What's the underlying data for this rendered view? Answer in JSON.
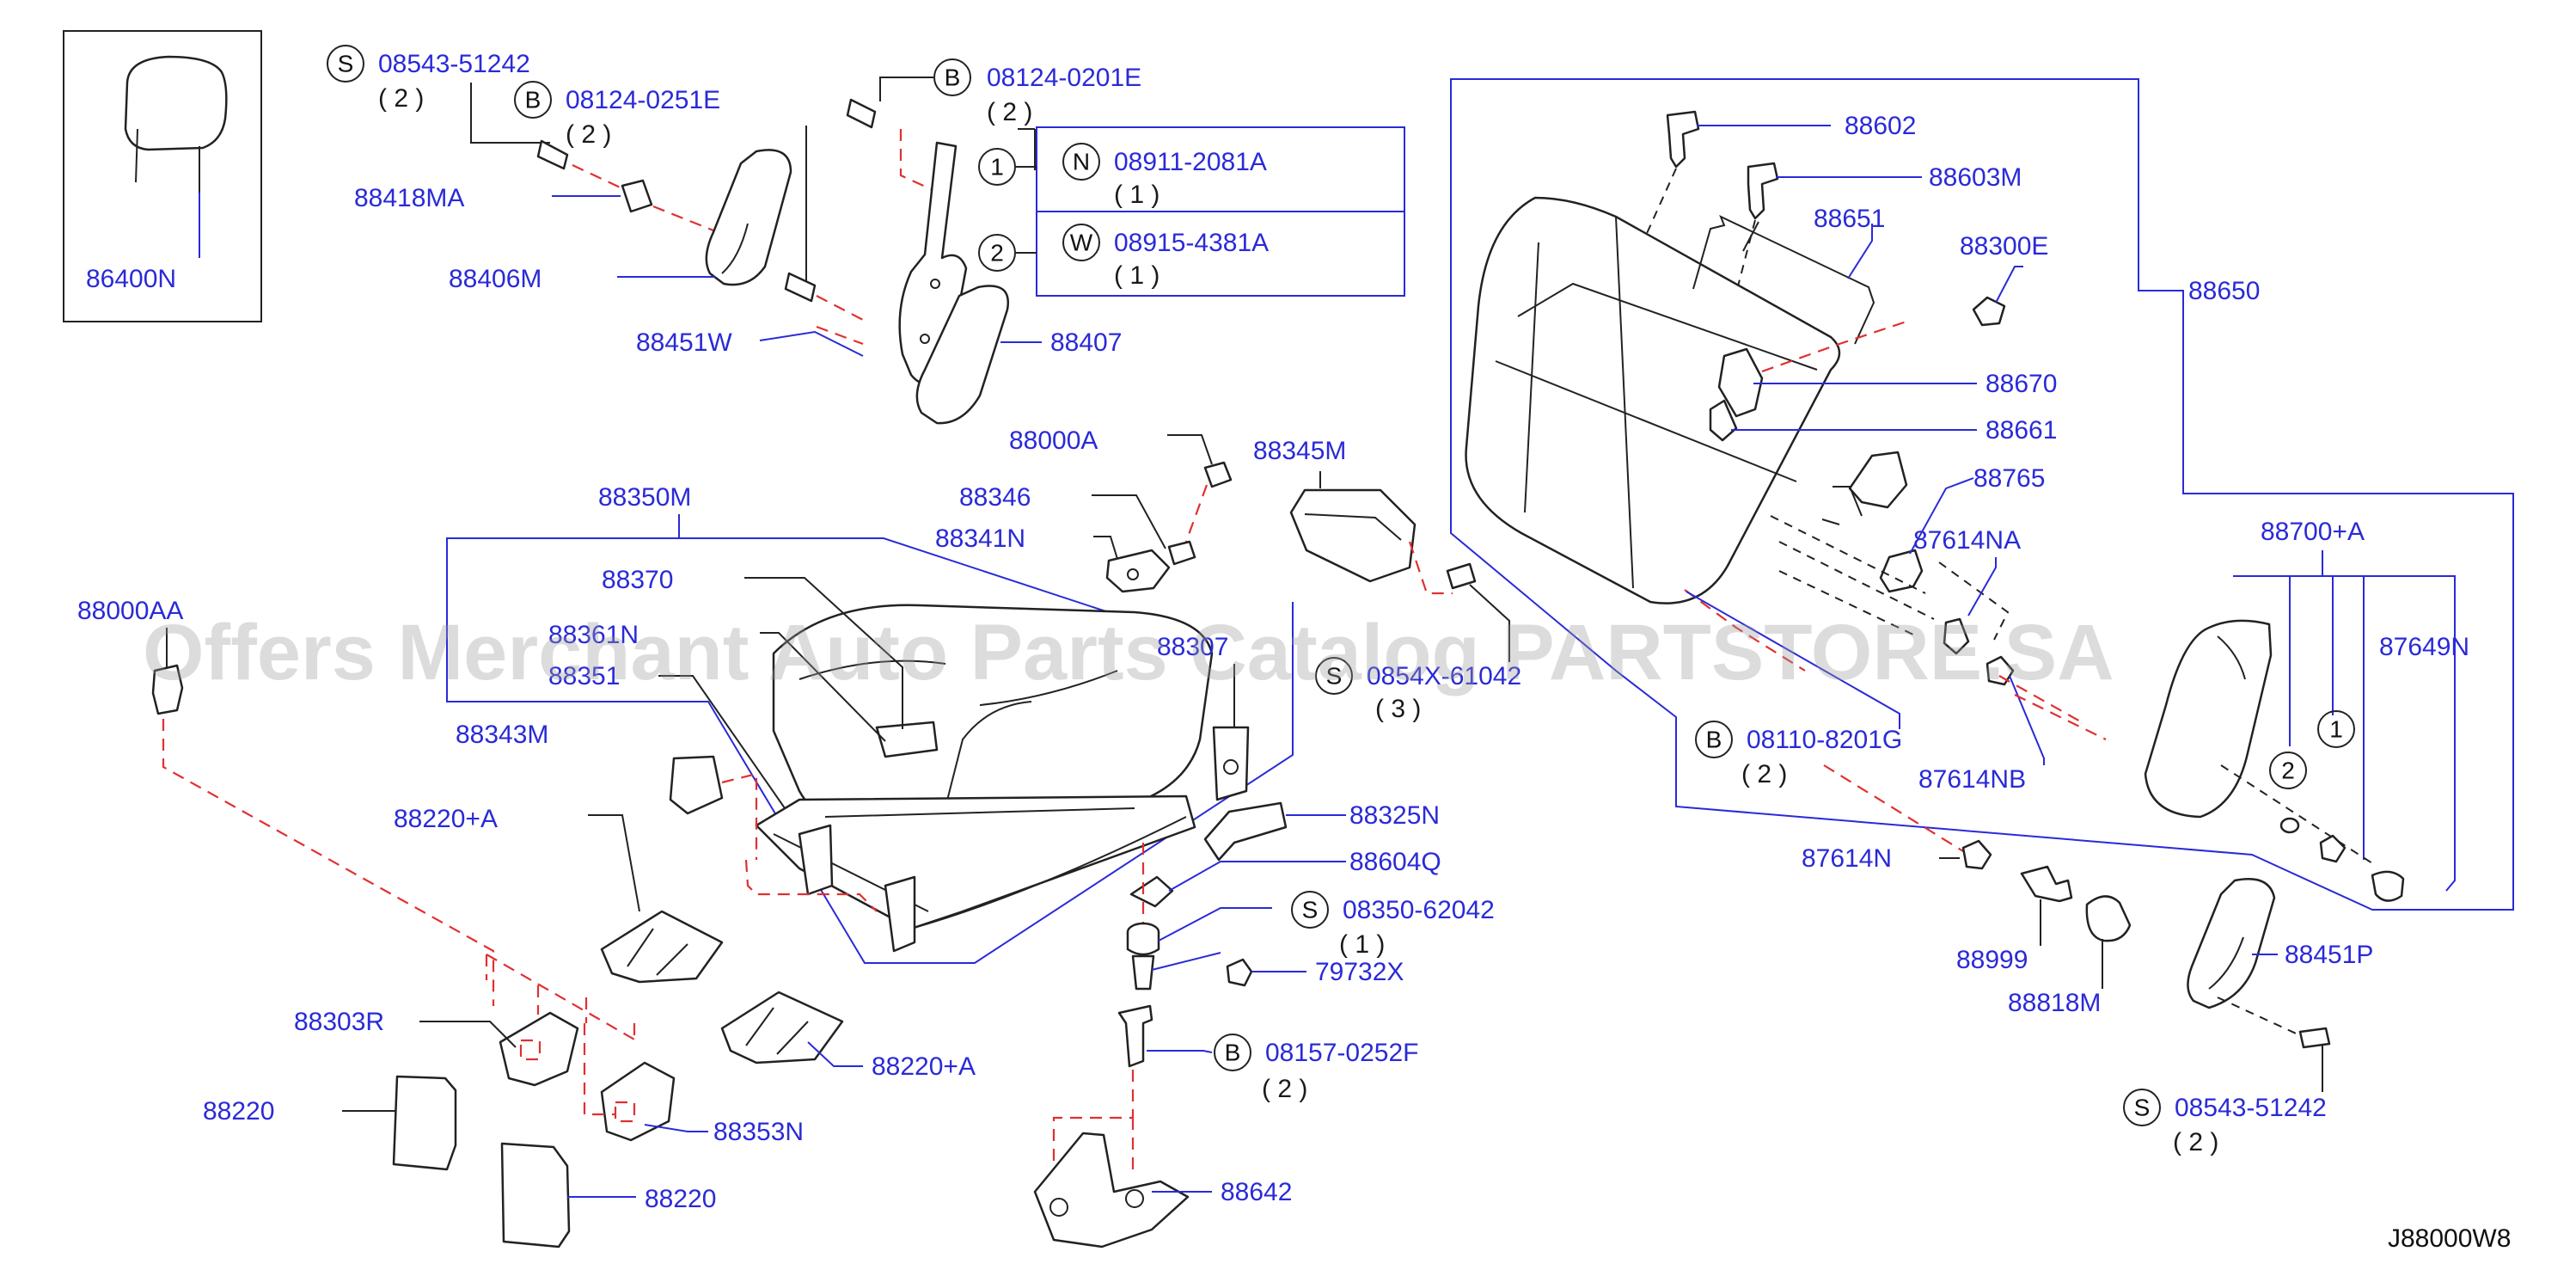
{
  "watermark": "Offers Merchant Auto Parts Catalog PARTSTORE.SA",
  "diagram_code": "J88000W8",
  "fasteners": {
    "s_top": {
      "letter": "S",
      "part": "08543-51242",
      "qty": "( 2 )"
    },
    "b_0251": {
      "letter": "B",
      "part": "08124-0251E",
      "qty": "( 2 )"
    },
    "b_0201": {
      "letter": "B",
      "part": "08124-0201E",
      "qty": "( 2 )"
    },
    "n_2081": {
      "num": "1",
      "letter": "N",
      "part": "08911-2081A",
      "qty": "( 1 )"
    },
    "w_4381": {
      "num": "2",
      "letter": "W",
      "part": "08915-4381A",
      "qty": "( 1 )"
    },
    "s_mid": {
      "letter": "S",
      "part": "0854Х-61042",
      "qty": "( 3 )"
    },
    "b_8201": {
      "letter": "B",
      "part": "08110-8201G",
      "qty": "( 2 )"
    },
    "s_62042": {
      "letter": "S",
      "part": "08350-62042",
      "qty": "( 1 )"
    },
    "b_0252": {
      "letter": "B",
      "part": "08157-0252F",
      "qty": "( 2 )"
    },
    "s_bottom": {
      "letter": "S",
      "part": "08543-51242",
      "qty": "( 2 )"
    }
  },
  "labels": {
    "p86400N": "86400N",
    "p88418MA": "88418MA",
    "p88406M": "88406M",
    "p88451W": "88451W",
    "p88407": "88407",
    "p88000A": "88000A",
    "p88345M": "88345M",
    "p88346": "88346",
    "p88341N": "88341N",
    "p88350M": "88350M",
    "p88370": "88370",
    "p88361N": "88361N",
    "p88351": "88351",
    "p88307": "88307",
    "p88000AA": "88000AA",
    "p88343M": "88343M",
    "p88220A_1": "88220+A",
    "p88325N": "88325N",
    "p88604Q": "88604Q",
    "p79732X": "79732X",
    "p88303R": "88303R",
    "p88220A_2": "88220+A",
    "p88220_1": "88220",
    "p88353N": "88353N",
    "p88220_2": "88220",
    "p88642": "88642",
    "p88602": "88602",
    "p88603M": "88603M",
    "p88651": "88651",
    "p88300E": "88300E",
    "p88650": "88650",
    "p88670": "88670",
    "p88661": "88661",
    "p88765": "88765",
    "p87614NA": "87614NA",
    "p88700A": "88700+A",
    "p87649N": "87649N",
    "p87614NB": "87614NB",
    "p87614N": "87614N",
    "p88999": "88999",
    "p88818M": "88818M",
    "p88451P": "88451P"
  },
  "callouts": {
    "one": "1",
    "two": "2"
  }
}
